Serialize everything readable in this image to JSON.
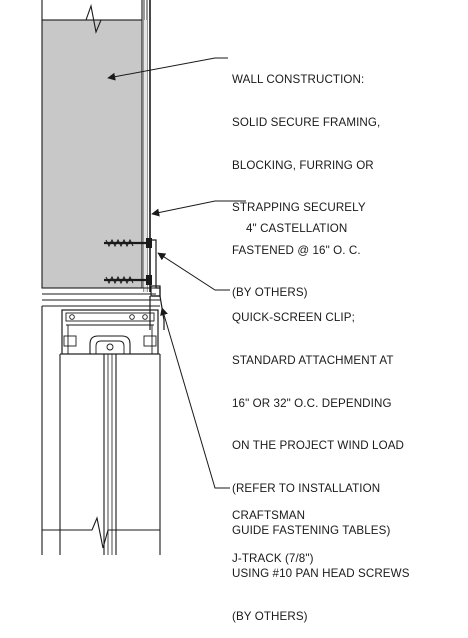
{
  "callouts": {
    "wall_construction": {
      "lines": [
        "WALL CONSTRUCTION:",
        "SOLID SECURE FRAMING,",
        "BLOCKING, FURRING OR",
        "STRAPPING SECURELY",
        "FASTENED @ 16\" O. C.",
        "(BY OTHERS)"
      ]
    },
    "castellation": {
      "lines": [
        "4\" CASTELLATION"
      ]
    },
    "clip": {
      "lines": [
        "QUICK-SCREEN CLIP;",
        "STANDARD ATTACHMENT AT",
        "16\" OR 32\" O.C. DEPENDING",
        "ON THE PROJECT WIND LOAD",
        "(REFER TO INSTALLATION",
        "GUIDE FASTENING TABLES)",
        "USING #10 PAN HEAD SCREWS",
        "(BY OTHERS)"
      ]
    },
    "jtrack": {
      "lines": [
        "CRAFTSMAN",
        "J-TRACK (7/8\")"
      ]
    }
  },
  "colors": {
    "ink": "#1a1a1a",
    "wall_fill": "#c8c8c8",
    "background": "#ffffff"
  }
}
